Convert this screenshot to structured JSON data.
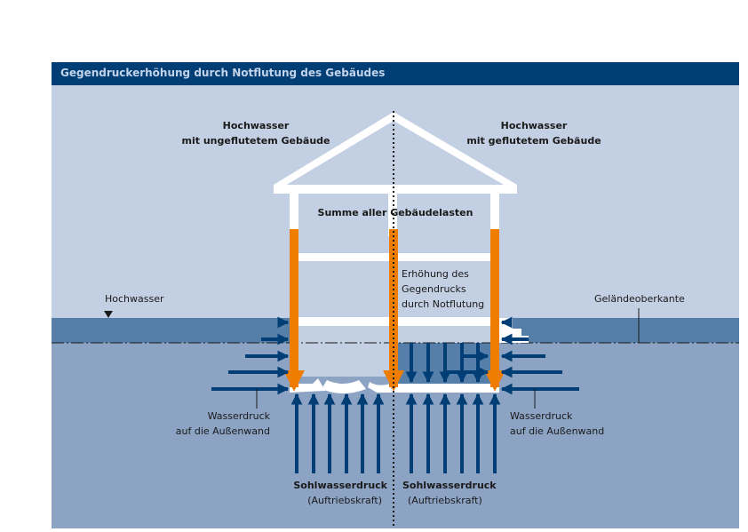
{
  "title": "Gegendruckerhöhung durch Notflutung des Gebäudes",
  "labels": {
    "left_heading_line1": "Hochwasser",
    "left_heading_line2": "mit ungeflutetem Gebäude",
    "right_heading_line1": "Hochwasser",
    "right_heading_line2": "mit geflutetem Gebäude",
    "building_loads": "Summe aller Gebäudelasten",
    "counterpressure_line1": "Erhöhung des",
    "counterpressure_line2": "Gegendrucks",
    "counterpressure_line3": "durch Notflutung",
    "flood_level": "Hochwasser",
    "ground_level": "Geländeoberkante",
    "wall_pressure_left_line1": "Wasserdruck",
    "wall_pressure_left_line2": "auf die Außenwand",
    "wall_pressure_right_line1": "Wasserdruck",
    "wall_pressure_right_line2": "auf die Außenwand",
    "base_pressure_left_line1": "Sohlwasserdruck",
    "base_pressure_left_line2": "(Auftriebskraft)",
    "base_pressure_right_line1": "Sohlwasserdruck",
    "base_pressure_right_line2": "(Auftriebskraft)"
  },
  "colors": {
    "title_bar": "#003e75",
    "title_text": "#c3d4ea",
    "sky": "#c3cfe2",
    "flood_water": "#557fa8",
    "ground": "#8ca3c4",
    "arrow": "#003e75",
    "load_arrow": "#ee7d00",
    "structure": "#ffffff",
    "text": "#1a1a1a"
  }
}
